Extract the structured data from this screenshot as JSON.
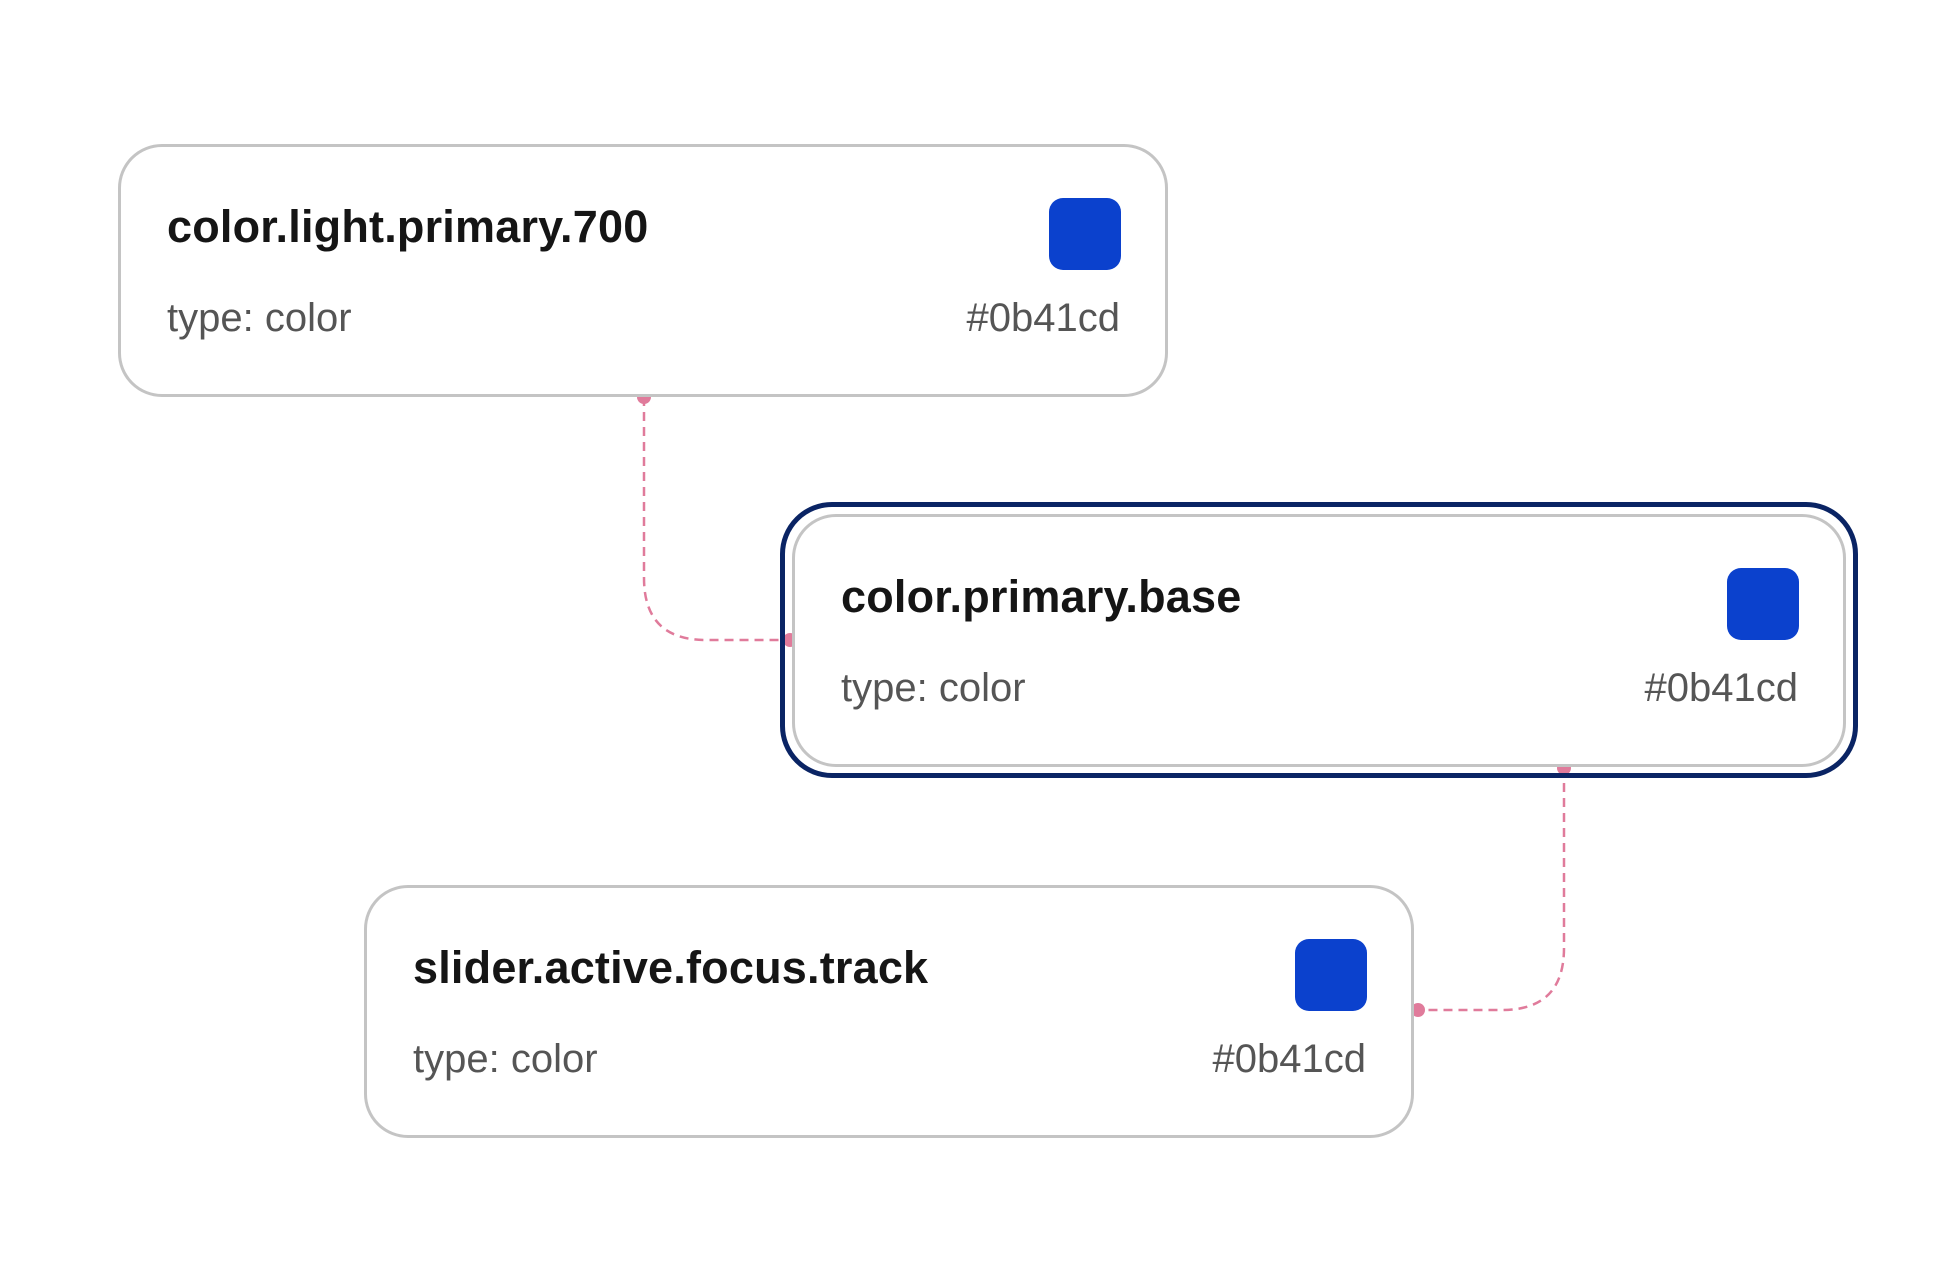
{
  "colors": {
    "connector": "#e07b9b",
    "selection": "#0a2464",
    "node_border": "#c4c4c4"
  },
  "nodes": [
    {
      "id": "color-light-primary-700",
      "title": "color.light.primary.700",
      "type_label": "type: color",
      "hex": "#0b41cd",
      "swatch_color": "#0b41cd",
      "selected": false
    },
    {
      "id": "color-primary-base",
      "title": "color.primary.base",
      "type_label": "type: color",
      "hex": "#0b41cd",
      "swatch_color": "#0b41cd",
      "selected": true
    },
    {
      "id": "slider-active-focus-track",
      "title": "slider.active.focus.track",
      "type_label": "type: color",
      "hex": "#0b41cd",
      "swatch_color": "#0b41cd",
      "selected": false
    }
  ],
  "edges": [
    {
      "from": "color-light-primary-700",
      "to": "color-primary-base"
    },
    {
      "from": "color-primary-base",
      "to": "slider-active-focus-track"
    }
  ]
}
